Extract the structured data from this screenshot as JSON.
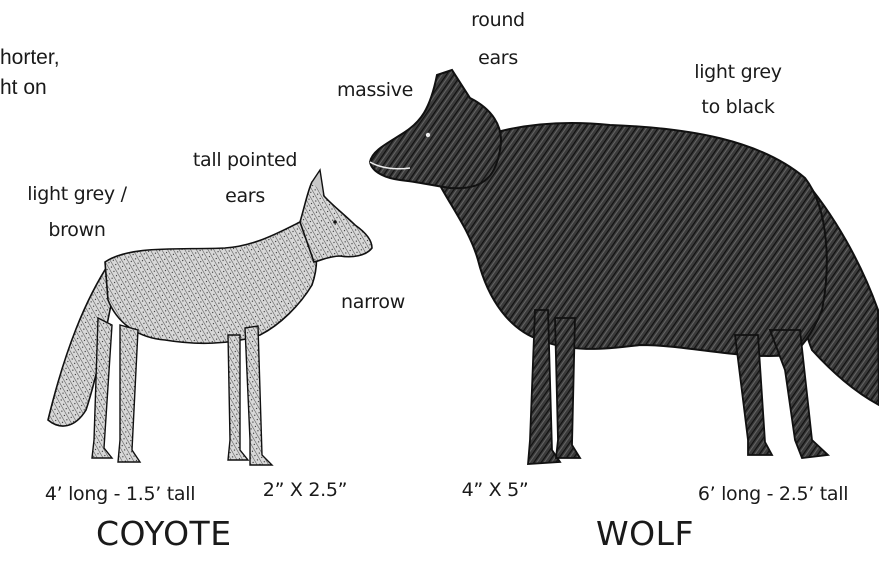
{
  "clipped_text": {
    "line1": "horter,",
    "line2": "ht on"
  },
  "coyote": {
    "ears": [
      "tall pointed",
      "ears"
    ],
    "color": [
      "light grey /",
      "brown"
    ],
    "snout": "narrow",
    "size": "4’ long - 1.5’ tall",
    "track": "2” X 2.5”",
    "name": "COYOTE"
  },
  "wolf": {
    "ears": [
      "round",
      "ears"
    ],
    "head": "massive",
    "color": [
      "light grey",
      "to black"
    ],
    "track": "4” X 5”",
    "size": "6’ long - 2.5’ tall",
    "name": "WOLF"
  },
  "colors": {
    "wolf_fur": "#2b2b2b",
    "coyote_fur": "#b8b8b8",
    "ink": "#111111"
  }
}
